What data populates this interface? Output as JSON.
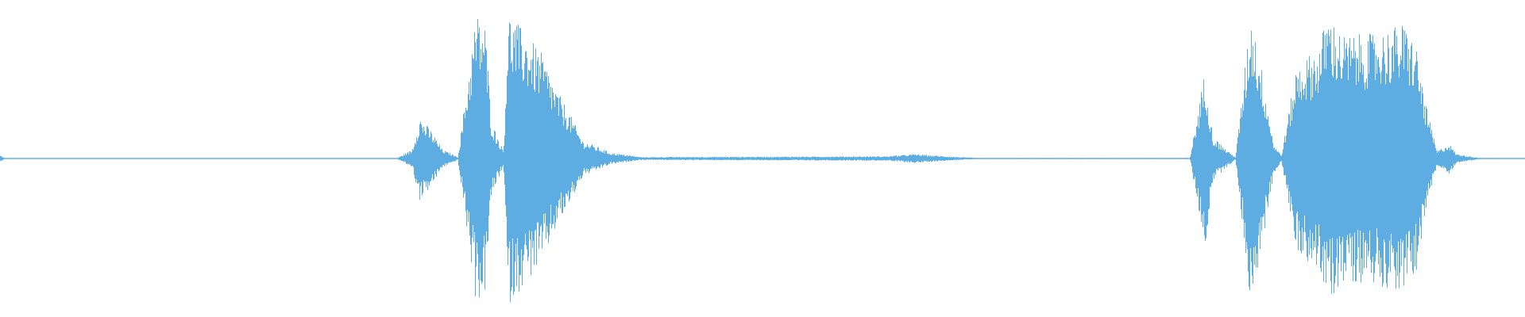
{
  "waveform": {
    "color": "#5dade2",
    "background": "#ffffff",
    "amplitude_envelope": [
      [
        0.0,
        0.02
      ],
      [
        0.003,
        0.002
      ],
      [
        0.26,
        0.002
      ],
      [
        0.27,
        0.06
      ],
      [
        0.275,
        0.28
      ],
      [
        0.283,
        0.18
      ],
      [
        0.29,
        0.06
      ],
      [
        0.3,
        0.01
      ],
      [
        0.312,
        0.97
      ],
      [
        0.318,
        0.9
      ],
      [
        0.322,
        0.25
      ],
      [
        0.33,
        0.05
      ],
      [
        0.333,
        0.98
      ],
      [
        0.343,
        0.85
      ],
      [
        0.355,
        0.7
      ],
      [
        0.365,
        0.45
      ],
      [
        0.372,
        0.33
      ],
      [
        0.382,
        0.12
      ],
      [
        0.4,
        0.04
      ],
      [
        0.42,
        0.01
      ],
      [
        0.58,
        0.015
      ],
      [
        0.6,
        0.03
      ],
      [
        0.62,
        0.015
      ],
      [
        0.64,
        0.004
      ],
      [
        0.78,
        0.004
      ],
      [
        0.79,
        0.6
      ],
      [
        0.795,
        0.15
      ],
      [
        0.805,
        0.05
      ],
      [
        0.81,
        0.01
      ],
      [
        0.82,
        0.99
      ],
      [
        0.828,
        0.55
      ],
      [
        0.835,
        0.1
      ],
      [
        0.84,
        0.02
      ],
      [
        0.85,
        0.62
      ],
      [
        0.865,
        0.75
      ],
      [
        0.87,
        0.98
      ],
      [
        0.88,
        0.82
      ],
      [
        0.9,
        0.83
      ],
      [
        0.92,
        0.9
      ],
      [
        0.928,
        0.78
      ],
      [
        0.935,
        0.35
      ],
      [
        0.942,
        0.05
      ],
      [
        0.95,
        0.1
      ],
      [
        0.955,
        0.03
      ],
      [
        0.97,
        0.004
      ],
      [
        1.0,
        0.003
      ]
    ]
  }
}
